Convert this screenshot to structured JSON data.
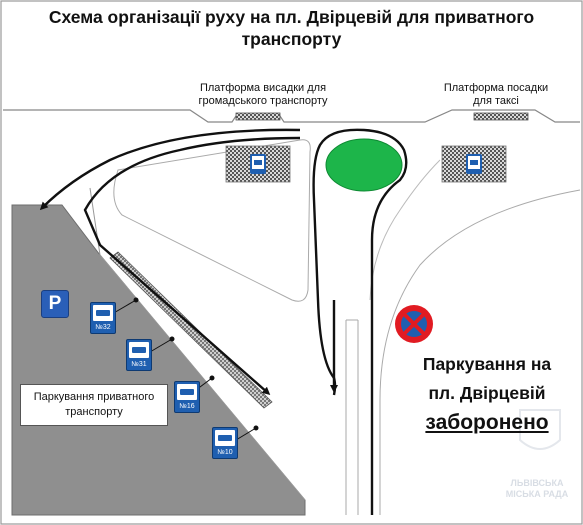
{
  "title": "Схема організації руху на пл. Двірцевій для приватного транспорту",
  "labels": {
    "platform_public": "Платформа висадки для громадського транспорту",
    "platform_taxi": "Платформа посадки для таксі",
    "parking_private": "Паркування приватного транспорту",
    "parking_sign": "P"
  },
  "ban_message": {
    "line1": "Паркування на",
    "line2": "пл. Двірцевій",
    "line3": "заборонено"
  },
  "bus_routes": [
    "№32",
    "№31",
    "№16",
    "№10"
  ],
  "watermark": "ЛЬВІВСЬКА МІСЬКА РАДА",
  "colors": {
    "parking_area": "#8f8f8f",
    "roundabout": "#1db54a",
    "sign_blue": "#1f5fb0",
    "no_parking_red": "#e11b22"
  },
  "icons": [
    "parking-sign-icon",
    "bus-stop-icon",
    "no-parking-icon",
    "roundabout-island-icon"
  ]
}
